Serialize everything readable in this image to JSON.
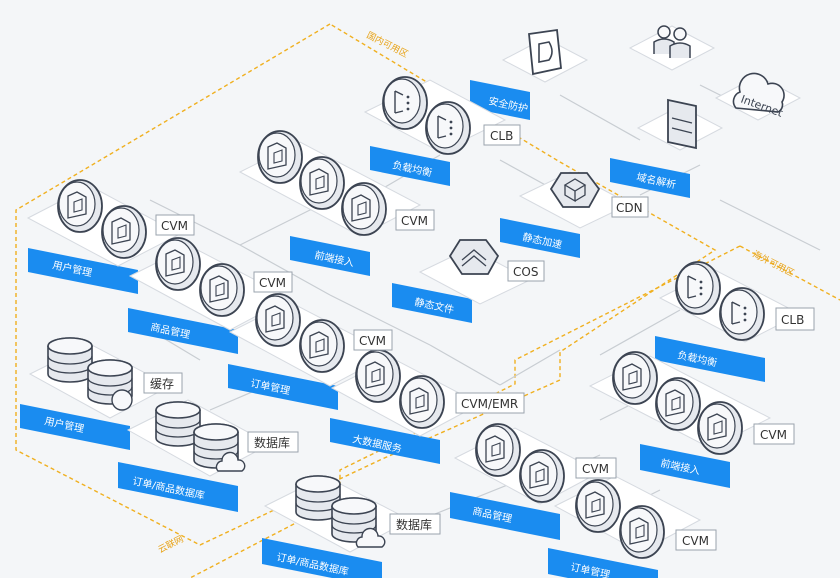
{
  "colors": {
    "background": "#f4f6f8",
    "tag_blue": "#1a8cf0",
    "region_border": "#f0b020",
    "connector": "#c8cdd2",
    "node_fill": "#e6e9ee",
    "node_stroke": "#3c4452"
  },
  "regions": {
    "domestic": "国内可用区",
    "overseas": "海外可用区",
    "cloud": "云联网"
  },
  "top_icons": [
    {
      "id": "security",
      "icon": "shield-d-icon",
      "tag": "安全防护"
    },
    {
      "id": "users",
      "icon": "users-icon",
      "tag": ""
    },
    {
      "id": "internet",
      "icon": "cloud-internet-icon",
      "text": "Internet"
    },
    {
      "id": "dns",
      "icon": "dns-panel-icon",
      "tag": "域名解析"
    }
  ],
  "groups": [
    {
      "id": "clb-domestic",
      "label": "CLB",
      "tag": "负载均衡",
      "icon": "clb-node-icon"
    },
    {
      "id": "cvm-frontend",
      "label": "CVM",
      "tag": "前端接入",
      "icon": "cvm-node-icon"
    },
    {
      "id": "cdn",
      "label": "CDN",
      "tag": "静态加速",
      "icon": "cdn-icon"
    },
    {
      "id": "cos",
      "label": "COS",
      "tag": "静态文件",
      "icon": "cos-icon"
    },
    {
      "id": "cvm-user",
      "label": "CVM",
      "tag": "用户管理",
      "icon": "cvm-node-icon"
    },
    {
      "id": "cvm-goods",
      "label": "CVM",
      "tag": "商品管理",
      "icon": "cvm-node-icon"
    },
    {
      "id": "cvm-order",
      "label": "CVM",
      "tag": "订单管理",
      "icon": "cvm-node-icon"
    },
    {
      "id": "cvm-bigdata",
      "label": "CVM/EMR",
      "tag": "大数据服务",
      "icon": "cvm-node-icon"
    },
    {
      "id": "cache",
      "label": "缓存",
      "tag": "用户管理",
      "icon": "database-icon"
    },
    {
      "id": "db-order",
      "label": "数据库",
      "tag": "订单/商品数据库",
      "icon": "database-cloud-icon"
    },
    {
      "id": "clb-overseas",
      "label": "CLB",
      "tag": "负载均衡",
      "icon": "clb-node-icon"
    },
    {
      "id": "cvm-frontend-overseas",
      "label": "CVM",
      "tag": "前端接入",
      "icon": "cvm-node-icon"
    },
    {
      "id": "cvm-goods-overseas",
      "label": "CVM",
      "tag": "商品管理",
      "icon": "cvm-node-icon"
    },
    {
      "id": "cvm-order-overseas",
      "label": "CVM",
      "tag": "订单管理",
      "icon": "cvm-node-icon"
    },
    {
      "id": "db-order-overseas",
      "label": "数据库",
      "tag": "订单/商品数据库",
      "icon": "database-cloud-icon"
    }
  ]
}
